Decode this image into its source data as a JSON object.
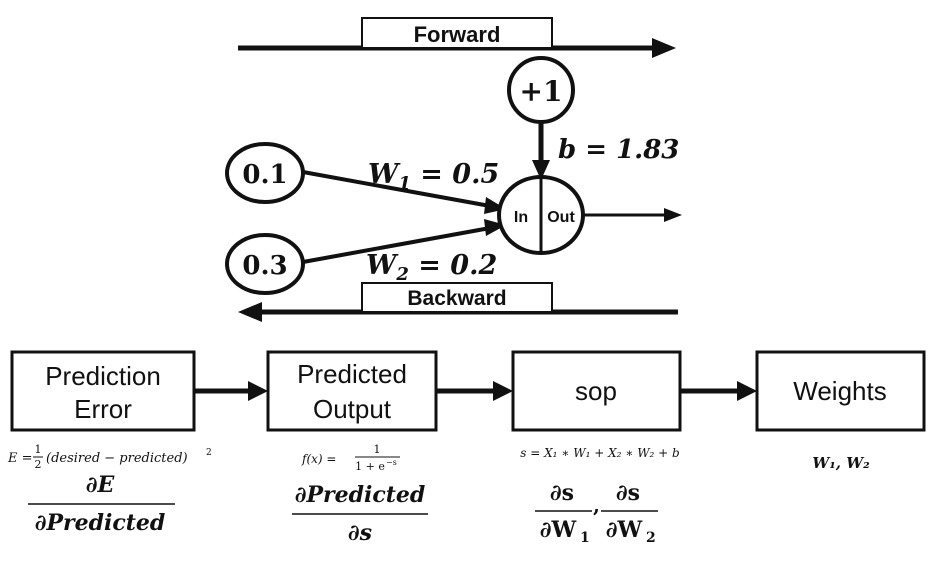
{
  "forward_label": "Forward",
  "backward_label": "Backward",
  "nodes": {
    "bias_input": "+1",
    "input_1": "0.1",
    "input_2": "0.3",
    "neuron_in": "In",
    "neuron_out": "Out"
  },
  "weights": {
    "bias": {
      "symbol": "b",
      "eq": " = ",
      "value": "1.83"
    },
    "w1": {
      "symbol": "W",
      "sub": "1",
      "eq": " = ",
      "value": "0.5"
    },
    "w2": {
      "symbol": "W",
      "sub": "2",
      "eq": " = ",
      "value": "0.2"
    }
  },
  "boxes": [
    {
      "line1": "Prediction",
      "line2": "Error"
    },
    {
      "line1": "Predicted",
      "line2": "Output"
    },
    {
      "line1": "sop",
      "line2": ""
    },
    {
      "line1": "Weights",
      "line2": ""
    }
  ],
  "formulas": {
    "error": {
      "lhs": "E = ",
      "frac_num": "1",
      "frac_den": "2",
      "body": "(desired − predicted)",
      "power": "2",
      "deriv_num": "∂E",
      "deriv_den": "∂Predicted"
    },
    "activation": {
      "lhs": "f(x) = ",
      "num": "1",
      "den": "1 + e",
      "den_power": "−s",
      "deriv_num": "∂Predicted",
      "deriv_den": "∂s"
    },
    "sop": {
      "text": "s = X₁ ∗ W₁ + X₂ ∗ W₂ + b",
      "d1_num": "∂s",
      "d1_den": "∂W",
      "d1_sub": "1",
      "sep": ",",
      "d2_num": "∂s",
      "d2_den": "∂W",
      "d2_sub": "2"
    },
    "weights": {
      "text": "W₁, W₂"
    }
  }
}
